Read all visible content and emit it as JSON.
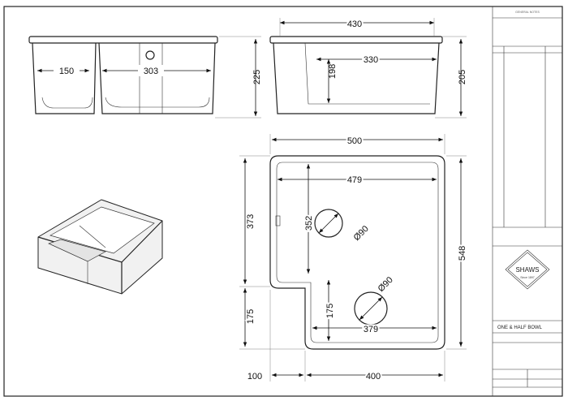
{
  "title_block": {
    "notes_heading": "GENERAL NOTES",
    "brand": "SHAWS",
    "since": "Since 1897",
    "product_name": "ONE & HALF BOWL"
  },
  "front_view": {
    "small_bowl_width": "150",
    "large_bowl_width": "303",
    "height": "225"
  },
  "side_view": {
    "overall_width": "430",
    "inner_width": "330",
    "inner_depth": "198",
    "height": "205"
  },
  "plan_view": {
    "overall_width": "500",
    "inner_width": "479",
    "large_bowl_length": "373",
    "small_bowl_length": "175",
    "overall_length": "548",
    "inner_length": "352",
    "small_inner_length": "175",
    "small_inner_width": "379",
    "waste_diameter_1": "Ø90",
    "waste_diameter_2": "Ø90",
    "notch_width": "100",
    "base_width": "400"
  },
  "colors": {
    "line": "#222222",
    "background": "#ffffff"
  }
}
